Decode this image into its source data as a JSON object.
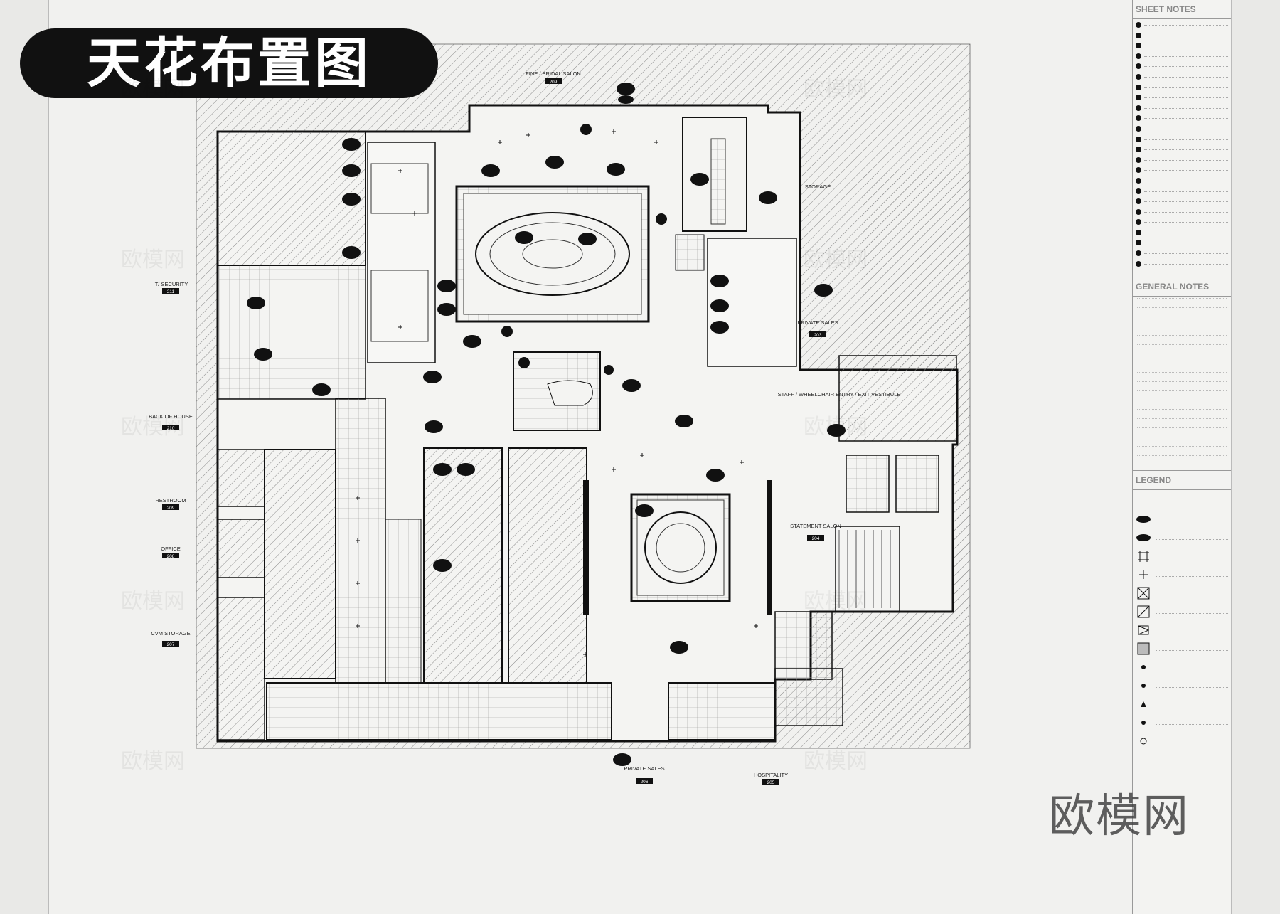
{
  "title": "天花布置图",
  "brand_watermark": "欧模网",
  "panel": {
    "sheet_notes_title": "SHEET NOTES",
    "sheet_notes_count": 24,
    "general_notes_title": "GENERAL NOTES",
    "general_notes_count": 18,
    "legend_title": "LEGEND",
    "legend_items": [
      {
        "icon": "ceiling-height-tag-icon"
      },
      {
        "icon": "ceiling-height-tag-icon"
      },
      {
        "icon": "acoustic-grid-icon"
      },
      {
        "icon": "sprinkler-icon"
      },
      {
        "icon": "supply-diffuser-icon"
      },
      {
        "icon": "return-grille-icon"
      },
      {
        "icon": "access-panel-icon"
      },
      {
        "icon": "crosshatch-tile-icon"
      },
      {
        "icon": "downlight-icon"
      },
      {
        "icon": "downlight-icon"
      },
      {
        "icon": "wall-sconce-icon"
      },
      {
        "icon": "downlight-icon"
      },
      {
        "icon": "speaker-icon"
      }
    ]
  },
  "rooms": [
    {
      "name": "FINE / BRIDAL SALON",
      "number": "209"
    },
    {
      "name": "IT/ SECURITY",
      "number": "211"
    },
    {
      "name": "BACK OF HOUSE",
      "number": "210"
    },
    {
      "name": "RESTROOM",
      "number": "209"
    },
    {
      "name": "OFFICE",
      "number": "208"
    },
    {
      "name": "CVM STORAGE",
      "number": "207"
    },
    {
      "name": "STORAGE",
      "number": ""
    },
    {
      "name": "PRIVATE SALES",
      "number": "203"
    },
    {
      "name": "STAFF / WHEELCHAIR ENTRY / EXIT VESTIBULE",
      "number": ""
    },
    {
      "name": "STATEMENT SALON",
      "number": "204"
    },
    {
      "name": "PRIVATE SALES",
      "number": "206"
    },
    {
      "name": "HOSPITALITY",
      "number": "205"
    }
  ],
  "colors": {
    "ink": "#111111",
    "hatch": "#8a8a8a",
    "paper": "#f1f1ef"
  }
}
